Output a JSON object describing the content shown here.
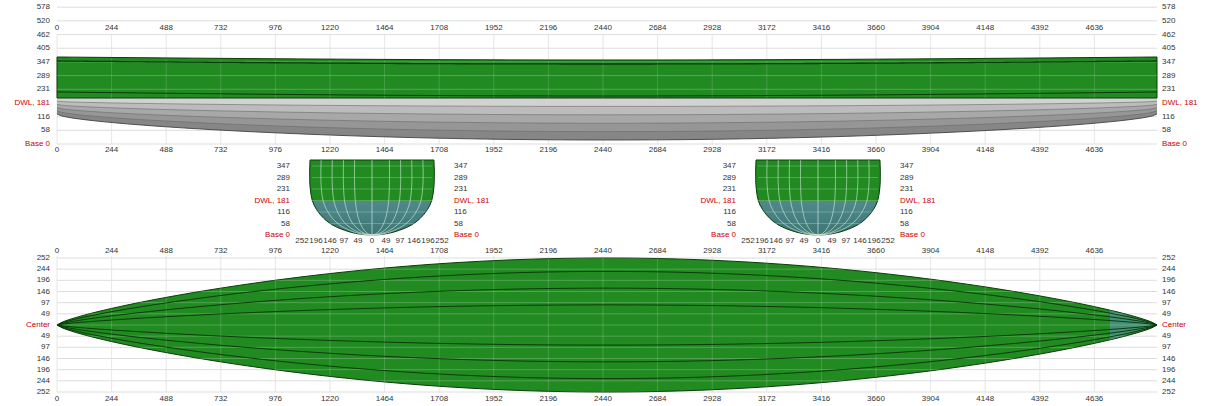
{
  "diagram": {
    "labels": [
      "0",
      "244",
      "488",
      "732",
      "976",
      "1220",
      "1464",
      "1708",
      "1952",
      "2196",
      "2440",
      "2684",
      "2928",
      "3172",
      "3416",
      "3660",
      "3904",
      "4148",
      "4392",
      "4636",
      "578",
      "520",
      "462",
      "405",
      "347",
      "289",
      "231",
      "DWL, 181",
      "116",
      "58",
      "Base 0",
      "578",
      "520",
      "462",
      "405",
      "347",
      "289",
      "231",
      "DWL, 181",
      "116",
      "58",
      "Base 0",
      "0",
      "244",
      "488",
      "732",
      "976",
      "1220",
      "1464",
      "1708",
      "1952",
      "2196",
      "2440",
      "2684",
      "2928",
      "3172",
      "3416",
      "3660",
      "3904",
      "4148",
      "4392",
      "4636",
      "347",
      "289",
      "231",
      "DWL, 181",
      "116",
      "58",
      "Base 0",
      "347",
      "289",
      "231",
      "DWL, 181",
      "116",
      "58",
      "Base 0",
      "252",
      "196",
      "146",
      "97",
      "49",
      "0",
      "49",
      "97",
      "146",
      "196",
      "252",
      "347",
      "289",
      "231",
      "DWL, 181",
      "116",
      "58",
      "Base 0",
      "347",
      "289",
      "231",
      "DWL, 181",
      "116",
      "58",
      "Base 0",
      "252",
      "196",
      "146",
      "97",
      "49",
      "0",
      "49",
      "97",
      "146",
      "196",
      "252",
      "0",
      "244",
      "488",
      "732",
      "976",
      "1220",
      "1464",
      "1708",
      "1952",
      "2196",
      "2440",
      "2684",
      "2928",
      "3172",
      "3416",
      "3660",
      "3904",
      "4148",
      "4392",
      "4636",
      "252",
      "244",
      "196",
      "146",
      "97",
      "49",
      "Center",
      "49",
      "97",
      "146",
      "196",
      "244",
      "252",
      "252",
      "244",
      "196",
      "146",
      "97",
      "49",
      "Center",
      "49",
      "97",
      "146",
      "196",
      "244",
      "252",
      "0",
      "244",
      "488",
      "732",
      "976",
      "1220",
      "1464",
      "1708",
      "1952",
      "2196",
      "2440",
      "2684",
      "2928",
      "3172",
      "3416",
      "3660",
      "3904",
      "4148",
      "4392",
      "4636"
    ]
  }
}
